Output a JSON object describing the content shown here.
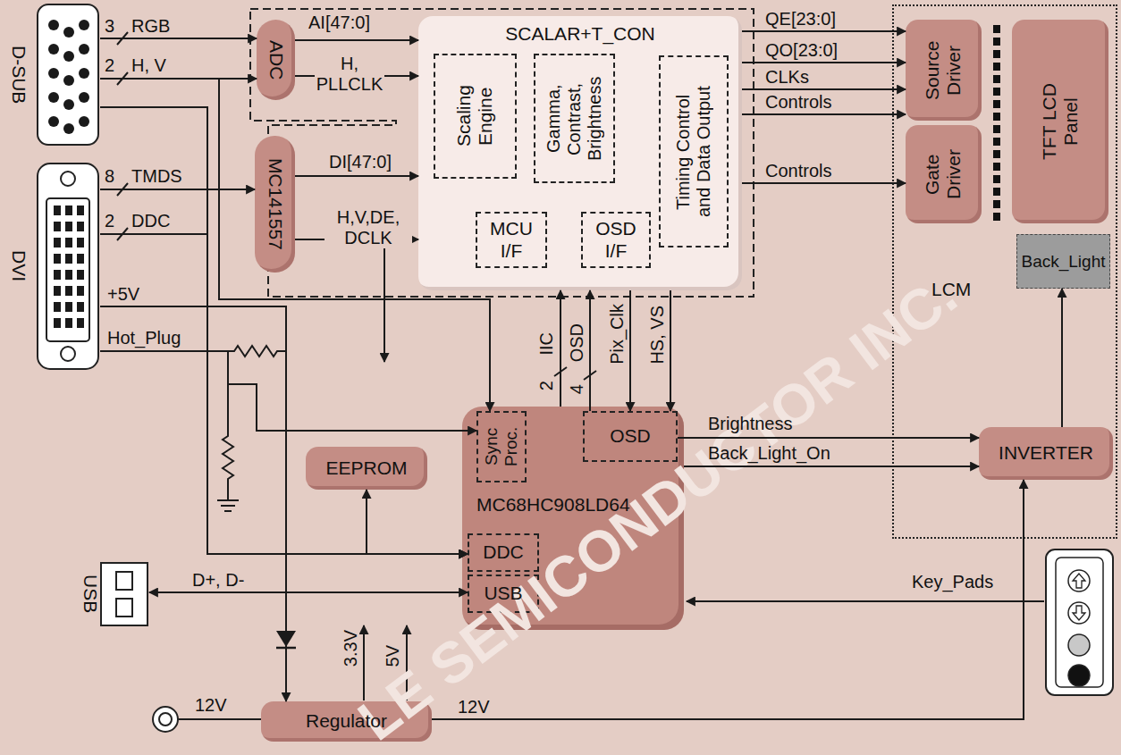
{
  "diagram": {
    "nodes": [
      {
        "text": [
          "D-SUB"
        ]
      },
      {
        "text": [
          "DVI"
        ]
      },
      {
        "text": [
          "ADC"
        ]
      },
      {
        "text": [
          "MC141557"
        ]
      },
      {
        "text": [
          "SCALAR+T_CON"
        ]
      },
      {
        "text": [
          "Scaling Engine"
        ],
        "in": 4
      },
      {
        "text": [
          "Gamma, Contrast, Brightness"
        ],
        "in": 4
      },
      {
        "text": [
          "Timing Control and Data Output"
        ],
        "in": 4
      },
      {
        "text": [
          "MCU I/F"
        ],
        "in": 4
      },
      {
        "text": [
          "OSD I/F"
        ],
        "in": 4
      },
      {
        "text": [
          "LCM"
        ]
      },
      {
        "text": [
          "Source Driver"
        ],
        "in": 10
      },
      {
        "text": [
          "Gate Driver"
        ],
        "in": 10
      },
      {
        "text": [
          "TFT LCD Panel"
        ],
        "in": 10
      },
      {
        "text": [
          "Back_Light"
        ],
        "in": 10
      },
      {
        "text": [
          "INVERTER"
        ],
        "in": 10
      },
      {
        "text": [
          "EEPROM"
        ]
      },
      {
        "text": [
          "MC68HC908LD64"
        ]
      },
      {
        "text": [
          "Sync Proc."
        ],
        "in": 17
      },
      {
        "text": [
          "OSD"
        ],
        "in": 17
      },
      {
        "text": [
          "DDC"
        ],
        "in": 17
      },
      {
        "text": [
          "USB"
        ],
        "in": 17
      },
      {
        "text": [
          "USB"
        ]
      },
      {
        "text": [
          "Regulator"
        ]
      }
    ],
    "edges": [
      {
        "from": 0,
        "to": 2,
        "label": "RGB",
        "arrow": "to"
      },
      {
        "from": 0,
        "to": 2,
        "label": "H, V",
        "arrow": "to"
      },
      {
        "from": 0,
        "to": 18,
        "arrow": "to"
      },
      {
        "from": 0,
        "to": 20,
        "arrow": "to"
      },
      {
        "from": 2,
        "to": 4,
        "label": "AI[47:0]",
        "arrow": "to"
      },
      {
        "from": 2,
        "to": 4,
        "label": "H, PLLCLK",
        "arrow": "to"
      },
      {
        "from": 1,
        "to": 3,
        "label": "TMDS",
        "arrow": "to"
      },
      {
        "from": 1,
        "to": 20,
        "label": "DDC",
        "arrow": "to"
      },
      {
        "from": 1,
        "to": 23,
        "label": "+5V",
        "arrow": "to"
      },
      {
        "from": 1,
        "to": 18,
        "label": "Hot_Plug",
        "arrow": "to"
      },
      {
        "from": 3,
        "to": 4,
        "label": "DI[47:0]",
        "arrow": "to"
      },
      {
        "from": 3,
        "to": 4,
        "label": "H,V,DE, DCLK",
        "arrow": "to"
      },
      {
        "from": 16,
        "to": 20,
        "arrow": "both"
      },
      {
        "from": 22,
        "to": 21,
        "label": "D+, D-",
        "arrow": "both"
      },
      {
        "from": 17,
        "to": 4,
        "label": "IIC",
        "arrow": "to"
      },
      {
        "from": 19,
        "to": 4,
        "label": "OSD",
        "arrow": "to"
      },
      {
        "from": 4,
        "to": 19,
        "label": "Pix_Clk",
        "arrow": "to"
      },
      {
        "from": 4,
        "to": 19,
        "label": "HS, VS",
        "arrow": "to"
      },
      {
        "from": 4,
        "to": 11,
        "label": "QE[23:0]",
        "arrow": "to"
      },
      {
        "from": 4,
        "to": 11,
        "label": "QO[23:0]",
        "arrow": "to"
      },
      {
        "from": 4,
        "to": 11,
        "label": "CLKs",
        "arrow": "to"
      },
      {
        "from": 4,
        "to": 11,
        "label": "Controls",
        "arrow": "to"
      },
      {
        "from": 4,
        "to": 12,
        "label": "Controls",
        "arrow": "to"
      },
      {
        "from": 19,
        "to": 15,
        "label": "Brightness",
        "arrow": "to"
      },
      {
        "from": 17,
        "to": 15,
        "label": "Back_Light_On",
        "arrow": "to"
      },
      {
        "from": 15,
        "to": 14,
        "arrow": "to"
      },
      {
        "from": 23,
        "to": 15,
        "label": "12V",
        "arrow": "to"
      }
    ],
    "labels": [
      "3",
      "2",
      "8",
      "2",
      "2",
      "4",
      "3.3V",
      "5V",
      "12V",
      "Key_Pads",
      "LE SEMICONDUCTOR INC."
    ]
  }
}
